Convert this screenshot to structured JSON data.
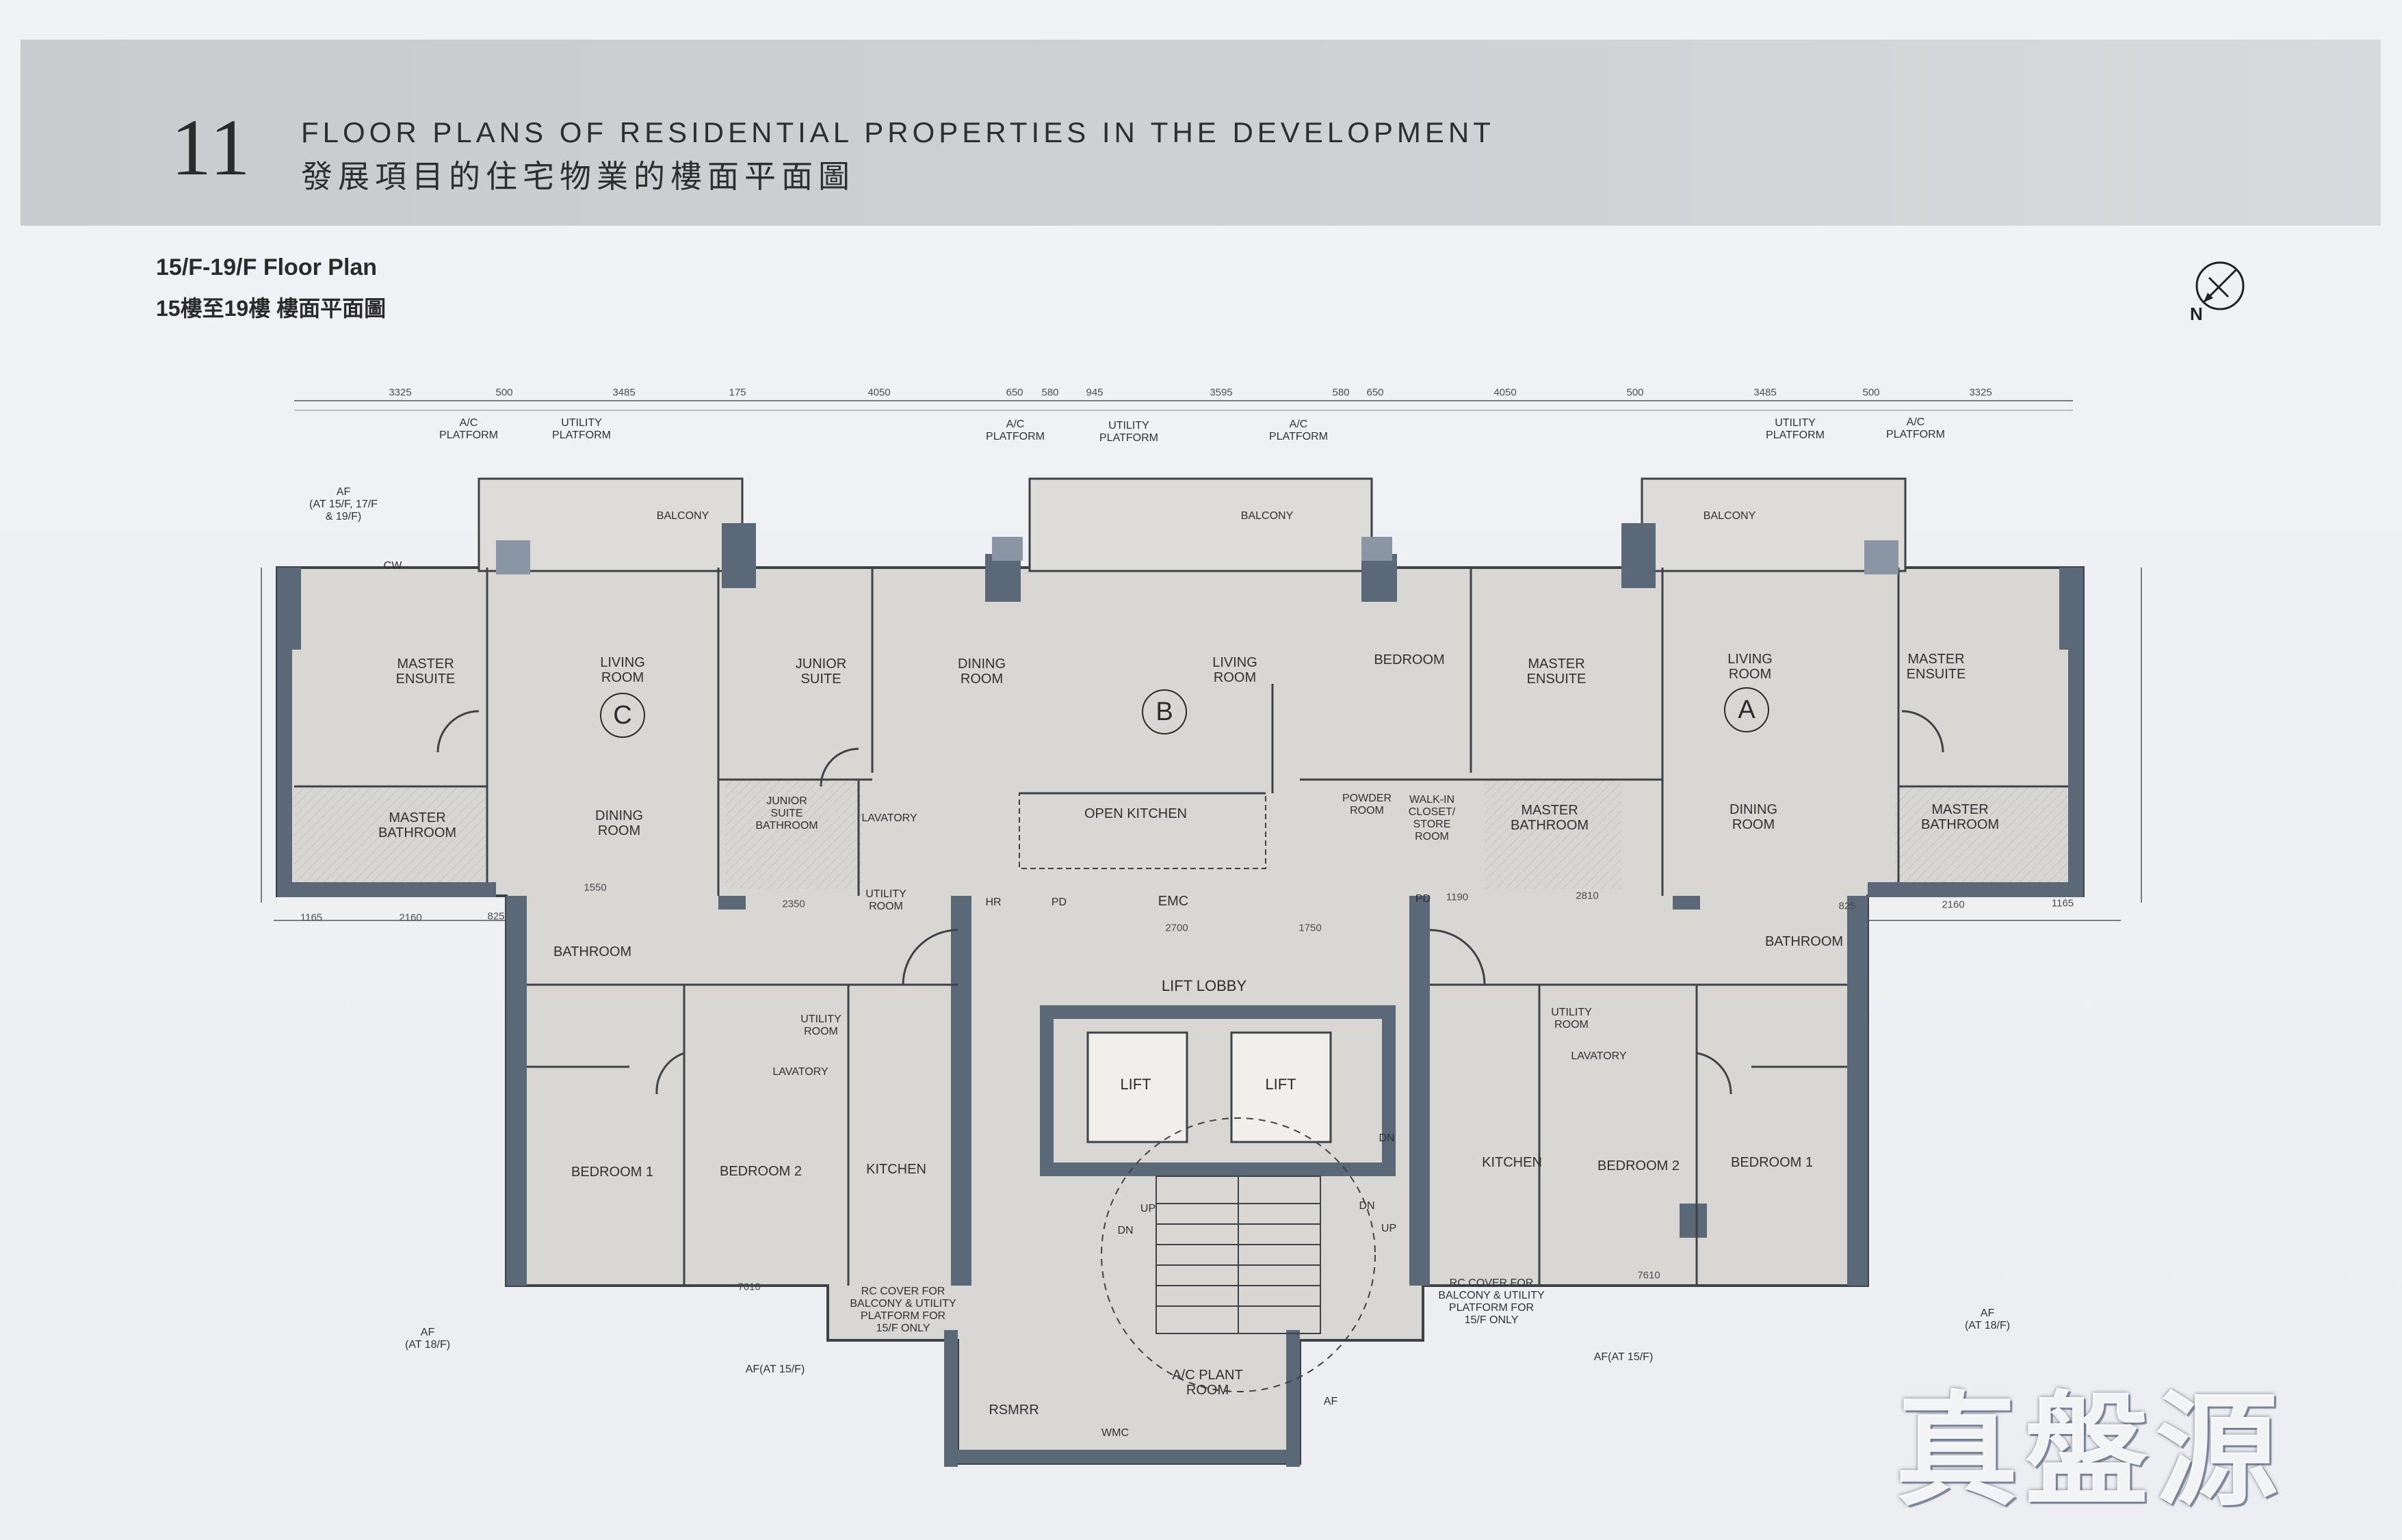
{
  "header": {
    "section_number": "11",
    "title_en": "FLOOR PLANS OF RESIDENTIAL PROPERTIES IN THE DEVELOPMENT",
    "title_zh": "發展項目的住宅物業的樓面平面圖"
  },
  "plan": {
    "title_en": "15/F-19/F Floor Plan",
    "title_zh": "15樓至19樓 樓面平面圖",
    "north_label": "N",
    "units": {
      "c": "C",
      "b": "B",
      "a": "A"
    },
    "rooms": {
      "c_master_ensuite": "MASTER\nENSUITE",
      "c_living_room": "LIVING\nROOM",
      "c_dining_room": "DINING\nROOM",
      "c_master_bathroom": "MASTER\nBATHROOM",
      "c_bathroom": "BATHROOM",
      "c_bedroom1": "BEDROOM 1",
      "c_bedroom2": "BEDROOM 2",
      "c_kitchen": "KITCHEN",
      "c_utility_room": "UTILITY\nROOM",
      "c_lavatory": "LAVATORY",
      "c_balcony": "BALCONY",
      "b_junior_suite": "JUNIOR\nSUITE",
      "b_junior_suite_bathroom": "JUNIOR\nSUITE\nBATHROOM",
      "b_dining_room": "DINING\nROOM",
      "b_living_room": "LIVING\nROOM",
      "b_bedroom": "BEDROOM",
      "b_open_kitchen": "OPEN KITCHEN",
      "b_lavatory": "LAVATORY",
      "b_utility_room": "UTILITY\nROOM",
      "b_powder_room": "POWDER\nROOM",
      "b_walk_in": "WALK-IN\nCLOSET/\nSTORE\nROOM",
      "b_balcony": "BALCONY",
      "a_master_ensuite": "MASTER\nENSUITE",
      "a_living_room": "LIVING\nROOM",
      "a_dining_room": "DINING\nROOM",
      "a_master_bathroom": "MASTER\nBATHROOM",
      "a_master_bathroom_b": "MASTER\nBATHROOM",
      "a_master_ensuite_b": "MASTER\nENSUITE",
      "a_bathroom": "BATHROOM",
      "a_bedroom1": "BEDROOM 1",
      "a_bedroom2": "BEDROOM 2",
      "a_kitchen": "KITCHEN",
      "a_utility_room": "UTILITY\nROOM",
      "a_lavatory": "LAVATORY",
      "a_balcony": "BALCONY"
    },
    "core": {
      "lift_lobby": "LIFT LOBBY",
      "lift_1": "LIFT",
      "lift_2": "LIFT",
      "emc": "EMC",
      "hr": "HR",
      "pd1": "PD",
      "pd2": "PD",
      "rsmrr": "RSMRR",
      "wmc": "WMC",
      "ac_plant": "A/C PLANT\nROOM",
      "up1": "UP",
      "dn1": "DN",
      "up2": "UP",
      "dn2": "DN",
      "dn3": "DN"
    },
    "annotations": {
      "ac_platform_1": "A/C\nPLATFORM",
      "utility_platform_1": "UTILITY\nPLATFORM",
      "ac_platform_2": "A/C\nPLATFORM",
      "utility_platform_2": "UTILITY\nPLATFORM",
      "ac_platform_3": "A/C\nPLATFORM",
      "utility_platform_3": "UTILITY\nPLATFORM",
      "ac_platform_4": "A/C\nPLATFORM",
      "af_note_1": "AF\n(AT 15/F, 17/F\n& 19/F)",
      "af_18_left": "AF\n(AT 18/F)",
      "af_18_right": "AF\n(AT 18/F)",
      "af_15_left": "AF(AT 15/F)",
      "af_15_right": "AF(AT 15/F)",
      "rc_cover_left": "RC COVER FOR\nBALCONY & UTILITY\nPLATFORM FOR\n15/F ONLY",
      "rc_cover_right": "RC COVER FOR\nBALCONY & UTILITY\nPLATFORM FOR\n15/F ONLY",
      "af_label": "AF",
      "cw_label": "CW"
    },
    "top_dimensions": [
      "3325",
      "500",
      "3485",
      "175",
      "4050",
      "650",
      "580",
      "945",
      "3595",
      "580",
      "650",
      "4050",
      "500",
      "3485",
      "500",
      "3325"
    ],
    "bottom_dimensions": [
      "1165",
      "2160",
      "825",
      "1550",
      "2350",
      "2700",
      "1750",
      "1190",
      "2810",
      "825",
      "2160",
      "1165",
      "7610",
      "7610"
    ]
  },
  "watermark": "真盤源"
}
